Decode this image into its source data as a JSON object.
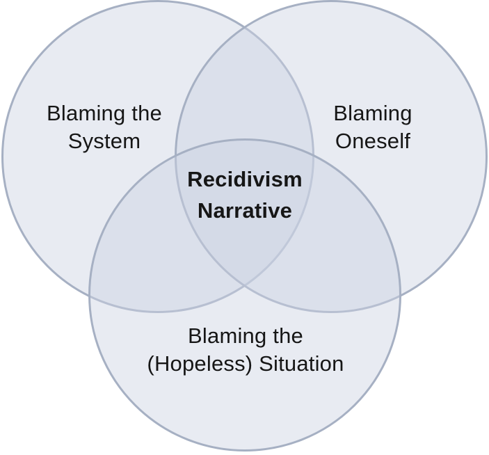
{
  "diagram": {
    "type": "venn-3",
    "sets": [
      {
        "id": "system",
        "label": "Blaming the\nSystem"
      },
      {
        "id": "oneself",
        "label": "Blaming\nOneself"
      },
      {
        "id": "situation",
        "label": "Blaming the\n(Hopeless) Situation"
      }
    ],
    "intersection": {
      "label": "Recidivism\nNarrative"
    }
  },
  "colors": {
    "circle-fill": "rgba(205,211,226,0.45)",
    "circle-border": "#a6b0c3",
    "text": "#161616",
    "background": "#ffffff"
  }
}
